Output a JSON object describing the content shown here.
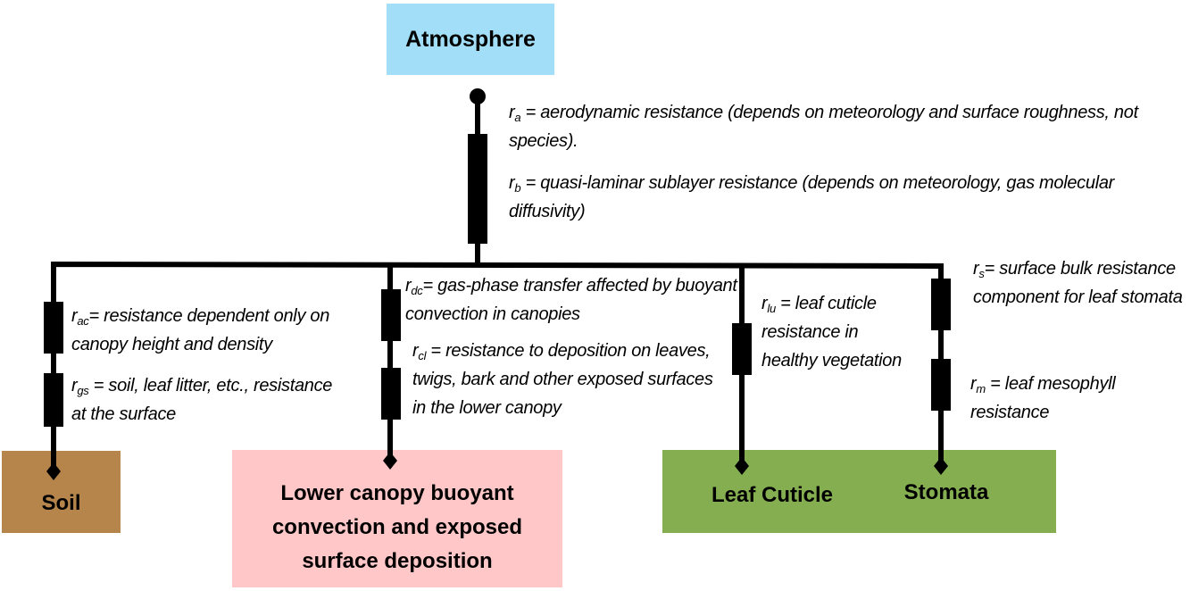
{
  "colors": {
    "atmosphere": "#a3def8",
    "soil": "#b5854b",
    "lower_canopy": "#ffc7c7",
    "vegetation": "#84ae4f",
    "line": "#000000"
  },
  "nodes": {
    "atmosphere": "Atmosphere",
    "soil": "Soil",
    "lower_canopy": "Lower canopy buoyant convection and exposed surface deposition",
    "leaf_cuticle": "Leaf Cuticle",
    "stomata": "Stomata"
  },
  "resistances": {
    "ra": {
      "symbol": "r",
      "sub": "a",
      "text": " = aerodynamic resistance (depends on meteorology and surface roughness, not species)."
    },
    "rb": {
      "symbol": "r",
      "sub": "b",
      "text": " = quasi-laminar sublayer resistance (depends on meteorology, gas molecular diffusivity)"
    },
    "rac": {
      "symbol": "r",
      "sub": "ac",
      "text": "= resistance dependent only on canopy height and density"
    },
    "rgs": {
      "symbol": "r",
      "sub": "gs",
      "text": " = soil, leaf litter, etc., resistance at the surface"
    },
    "rdc": {
      "symbol": "r",
      "sub": "dc",
      "text": "= gas-phase transfer affected by buoyant convection in canopies"
    },
    "rcl": {
      "symbol": "r",
      "sub": "cl",
      "text": " = resistance to deposition on leaves, twigs, bark and other exposed surfaces in the lower canopy"
    },
    "rlu": {
      "symbol": "r",
      "sub": "lu",
      "text": " = leaf cuticle resistance in healthy vegetation"
    },
    "rs": {
      "symbol": "r",
      "sub": "s",
      "text": "= surface bulk resistance component for leaf stomata"
    },
    "rm": {
      "symbol": "r",
      "sub": "m",
      "text": " = leaf mesophyll resistance"
    }
  }
}
